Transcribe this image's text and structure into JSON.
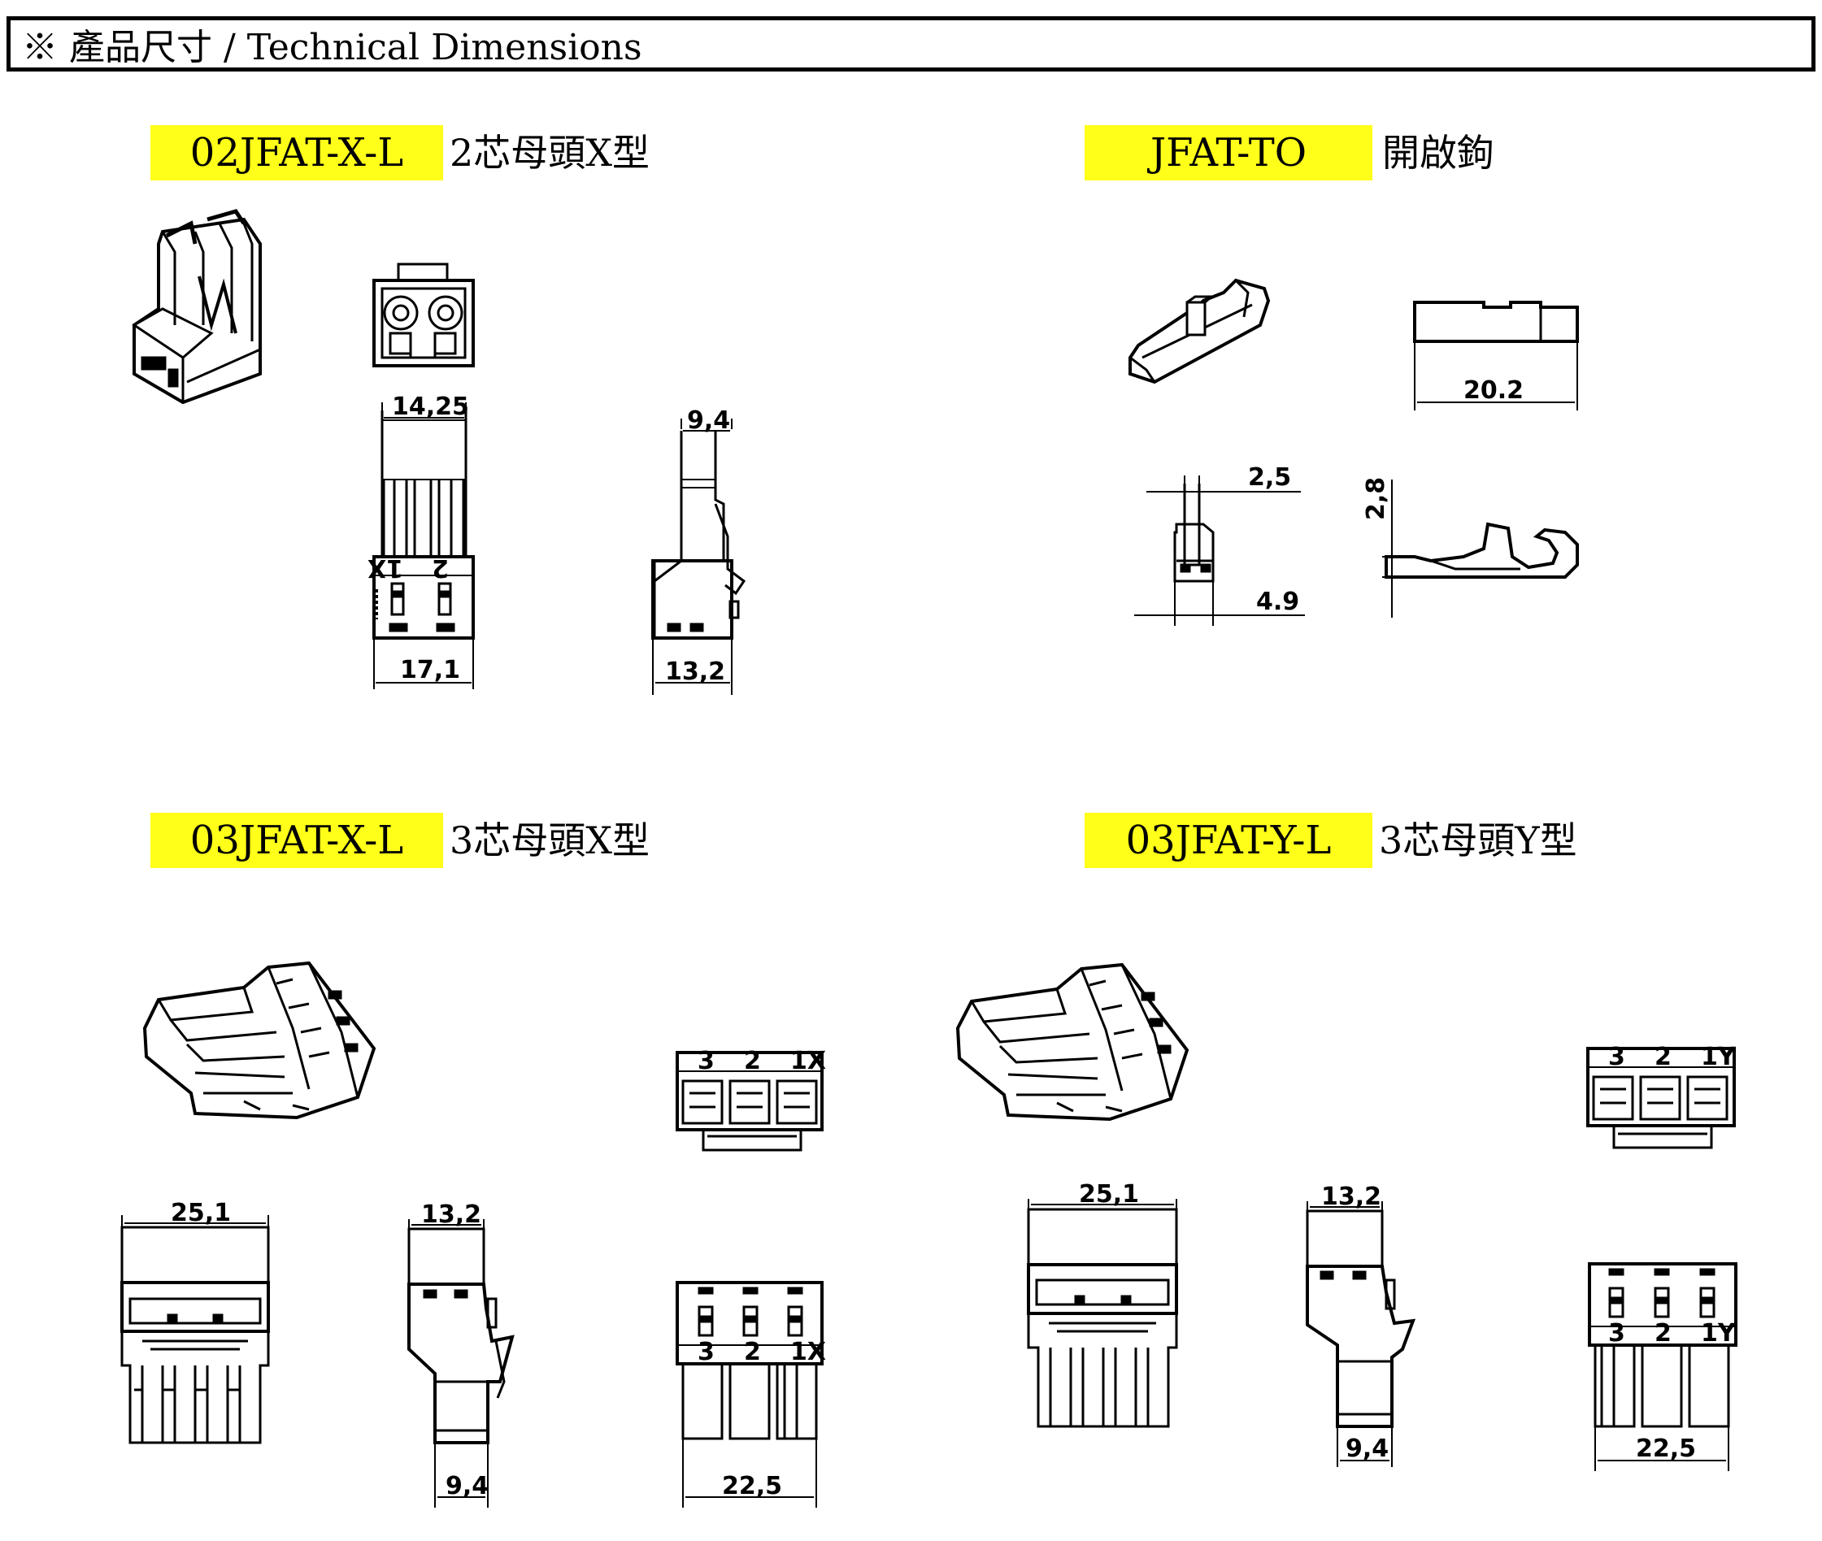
{
  "header": {
    "title": "※ 產品尺寸 / Technical Dimensions"
  },
  "sections": [
    {
      "code": "02JFAT-X-L",
      "desc": "2芯母頭X型"
    },
    {
      "code": "JFAT-TO",
      "desc": "開啟鉤"
    },
    {
      "code": "03JFAT-X-L",
      "desc": "3芯母頭X型"
    },
    {
      "code": "03JFAT-Y-L",
      "desc": "3芯母頭Y型"
    }
  ],
  "dimensions": {
    "s1": {
      "top": "14,25",
      "bottom": "17,1",
      "side_top": "9,4",
      "side_bottom": "13,2",
      "marks_left": "1X",
      "marks_right": "2"
    },
    "s2": {
      "length": "20.2",
      "width": "2,5",
      "base": "4.9",
      "height": "2,8"
    },
    "s3": {
      "width": "25,1",
      "side_top": "13,2",
      "side_bottom": "9,4",
      "bottom": "22,5",
      "pins": [
        "3",
        "2",
        "1X"
      ]
    },
    "s4": {
      "width": "25,1",
      "side_top": "13,2",
      "side_bottom": "9,4",
      "bottom": "22,5",
      "pins": [
        "3",
        "2",
        "1Y"
      ]
    }
  }
}
